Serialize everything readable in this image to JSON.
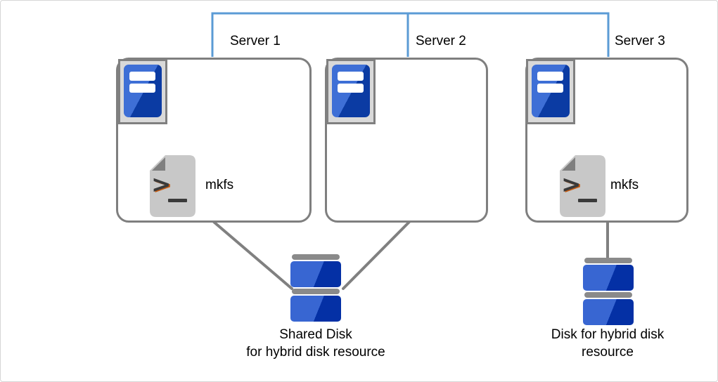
{
  "diagram": {
    "title_context": "Cluster servers with hybrid disk resource",
    "servers": [
      {
        "label": "Server 1",
        "script_label": "mkfs",
        "has_script_icon": true
      },
      {
        "label": "Server 2",
        "has_script_icon": false
      },
      {
        "label": "Server 3",
        "script_label": "mkfs",
        "has_script_icon": true
      }
    ],
    "disks": [
      {
        "caption": "Shared Disk\nfor hybrid disk resource",
        "connected_to": [
          "Server 1",
          "Server 2"
        ]
      },
      {
        "caption": "Disk for hybrid disk\nresource",
        "connected_to": [
          "Server 3"
        ]
      }
    ],
    "icons": {
      "server_icon": "server-tower-icon",
      "script_icon": "shell-script-file-icon",
      "disk_icon": "stacked-disk-icon"
    },
    "colors": {
      "network_line_blue": "#5b9bd5",
      "box_border_gray": "#7f7f7f",
      "connector_gray": "#808080",
      "server_blue_dark": "#0b3ba3",
      "server_blue_light": "#3e6fd6",
      "disk_blue_dark": "#0430a5",
      "disk_blue_light": "#3866d2",
      "icon_frame_gray": "#d9d9d9",
      "disk_cap_gray": "#8a8a8a",
      "document_gray": "#c8c8c8",
      "fold_gray": "#7f7f7f",
      "prompt_orange": "#c55a11",
      "text_black": "#000000"
    }
  }
}
